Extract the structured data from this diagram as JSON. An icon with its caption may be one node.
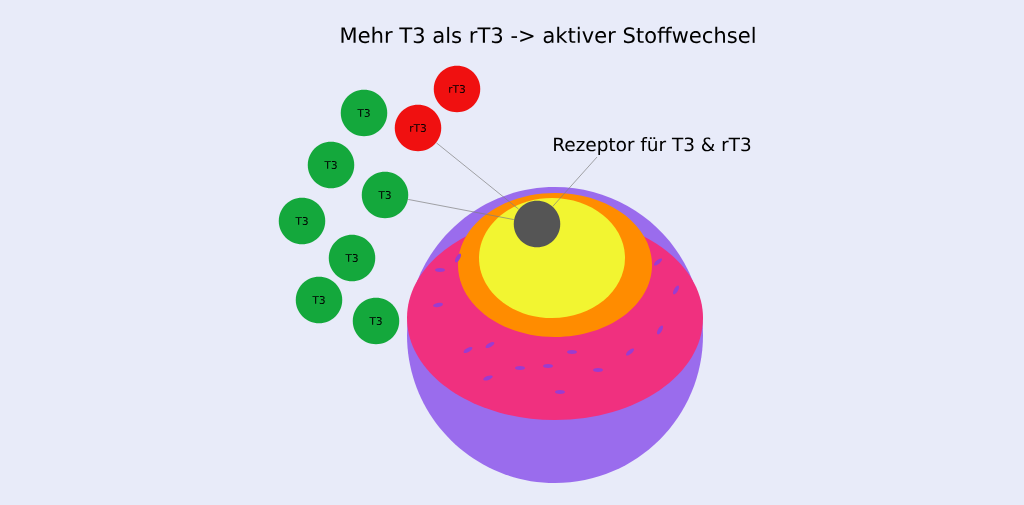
{
  "diagram": {
    "title": "Mehr T3 als rT3 -> aktiver Stoffwechsel",
    "nodes": [
      {
        "text": [
          "rT3"
        ]
      },
      {
        "text": [
          "T3"
        ]
      },
      {
        "text": [
          "rT3"
        ]
      },
      {
        "text": [
          "Rezeptor für T3 & rT3"
        ]
      },
      {
        "text": [
          "T3"
        ]
      },
      {
        "text": [
          "T3"
        ]
      },
      {
        "text": [
          "T3"
        ]
      },
      {
        "text": [],
        "shape": "circle"
      },
      {
        "text": [
          "T3"
        ]
      },
      {
        "text": [
          "T3"
        ]
      },
      {
        "text": [
          "T3"
        ]
      }
    ],
    "edges": [
      {
        "from": 2,
        "to": 7,
        "arrow": "none"
      },
      {
        "from": 5,
        "to": 7,
        "arrow": "none"
      },
      {
        "from": 3,
        "to": 7,
        "arrow": "none"
      }
    ]
  }
}
